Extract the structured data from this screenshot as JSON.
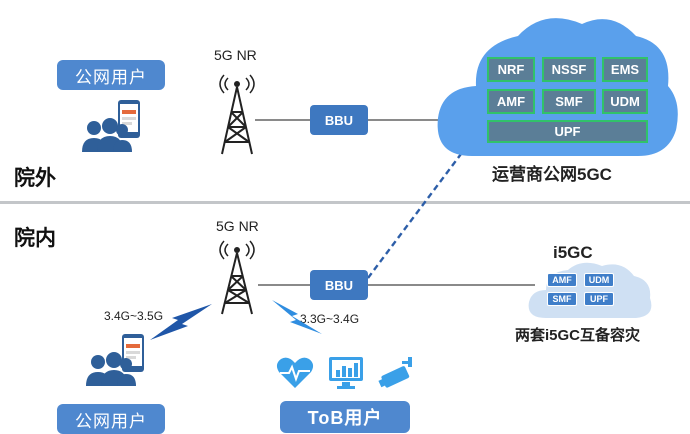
{
  "zones": {
    "outside": "院外",
    "inside": "院内"
  },
  "top": {
    "public_user_label": "公网用户",
    "antenna_label": "5G NR",
    "bbu_label": "BBU",
    "cloud_title": "运营商公网5GC",
    "nfs": [
      "NRF",
      "NSSF",
      "EMS",
      "AMF",
      "SMF",
      "UDM"
    ],
    "upf": "UPF"
  },
  "bottom": {
    "antenna_label": "5G NR",
    "bbu_label": "BBU",
    "i5gc_title": "i5GC",
    "i5gc_nfs": [
      "AMF",
      "UDM",
      "SMF",
      "UPF"
    ],
    "i5gc_caption": "两套i5GC互备容灾",
    "freq_left": "3.4G~3.5G",
    "freq_right": "3.3G~3.4G",
    "public_user_label": "公网用户",
    "tob_user_label": "ToB用户"
  },
  "icons": [
    "antenna-icon",
    "users-icon",
    "phone-icon",
    "heart-pulse-icon",
    "monitor-chart-icon",
    "camera-icon",
    "lightning-icon"
  ],
  "colors": {
    "accent": "#4f88cf",
    "cloud": "#5aa0ec",
    "nf_border": "#31c26a",
    "nf_fill": "#5b7e97",
    "divider": "#bfc3c7",
    "dashed_link": "#2d5ea8"
  }
}
